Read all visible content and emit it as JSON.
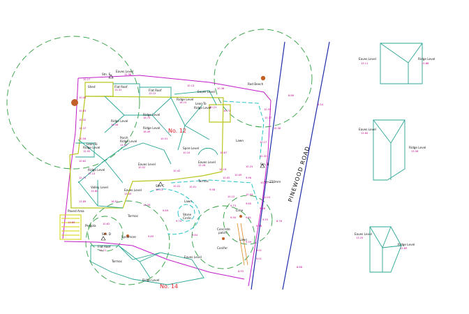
{
  "colors": {
    "tree_canopy": "#2e9e3e",
    "boundary": "#c21cc8",
    "building": "#b8c61e",
    "roof": "#2aa694",
    "path": "#27c3c8",
    "levels": "#c0008c",
    "road": "#1f2ea8",
    "house_number": "#e0242a",
    "tree_trunk": "#c2602a"
  },
  "road_name": "PINEWOOD ROAD",
  "houses": {
    "no12": "No. 12",
    "no14": "No. 14"
  },
  "labels": {
    "shed": "Shed",
    "stn_e": "Stn. E",
    "eaves1": "Eaves Level",
    "flat_roof1": "Flat Roof",
    "flat_roof2": "Flat Roof",
    "eaves2": "Eaves Level",
    "ridge1": "Ridge Level",
    "lean_to1": "Lean-To",
    "lean_to1b": "Ridge Level",
    "red_beech": "Red Beech",
    "ridge2": "Ridge Level",
    "ridge3": "Ridge Level",
    "ridge4": "Ridge Level",
    "lean_to2": "Lean-To",
    "lean_to2b": "Ridge Level",
    "porch": "Porch",
    "porch_b": "Ridge Level",
    "spire": "Spire Level",
    "eaves3": "Eaves Level",
    "lawn1": "Lawn",
    "eaves4": "Eaves Level",
    "ridge5": "Ridge Level",
    "valley": "Valley Level",
    "eaves5": "Eaves Level",
    "stn_c": "Stn. C",
    "tarmac1": "Tarmac",
    "lawn2": "Lawn",
    "stn_b": "Stn. B",
    "paved": "Paved Area",
    "pergola": "Pergola",
    "stn_d": "Stn. D",
    "tarmac2": "Tarmac",
    "stone_circle_a": "Stone",
    "stone_circle_b": "Circle",
    "lime": "Lime",
    "sycamore": "Sycamore",
    "flat_roof3": "Flat Roof",
    "eaves6": "Eaves Level",
    "conifer": "Conifer",
    "tarmac3": "Tarmac",
    "ridge6": "Ridge Level",
    "concrete_a": "Concrete",
    "concrete_b": "patch",
    "lawn3": "Lawn",
    "dim_150": "150mm",
    "right_eaves1": "Eaves Level",
    "right_ridge1": "Ridge Level",
    "right_eaves2": "Eaves Level",
    "right_ridge2": "Ridge Level",
    "right_eaves3": "Eaves Level",
    "right_ridge3": "Ridge Level"
  },
  "levels": {
    "l1": "10.27",
    "l2": "13.31",
    "l3": "12.98",
    "l4": "13.12",
    "l5": "10.13",
    "l6": "16.15",
    "l7": "10.38",
    "l8": "10.40",
    "l9": "10.63",
    "l10": "10.32",
    "l11": "10.37",
    "l12": "16.56",
    "l13": "10.56",
    "l14": "10.21",
    "l15": "10.71",
    "l16": "10.55",
    "l17": "12.95",
    "l18": "10.62",
    "l19": "10.37",
    "l20": "10.36",
    "l21": "16.75",
    "l22": "13.91",
    "l23": "18.49",
    "l24": "10.51",
    "l25": "10.10",
    "l26": "10.67",
    "l27": "10.17",
    "l28": "10.32",
    "l29": "10.23",
    "l30": "10.19",
    "l31": "10.09",
    "l32": "10.05",
    "l33": "13.28",
    "l34": "10.42",
    "l35": "10.52",
    "l36": "9.96",
    "l37": "10.11",
    "l38": "12.75",
    "l39": "15.13",
    "l40": "13.80",
    "l41": "16.13",
    "l42": "13.50",
    "l43": "16.91",
    "l44": "13.89",
    "l45": "10.33",
    "l46": "10.22",
    "l47": "10.01",
    "l48": "9.98",
    "l49": "10.12",
    "l50": "10.04",
    "l51": "10.15",
    "l52": "13.69",
    "l53": "9.89",
    "l54": "9.74",
    "l55": "9.90",
    "l56": "9.80",
    "l57": "9.68",
    "l58": "9.73",
    "l59": "9.61",
    "l60": "9.58",
    "l61": "9.55",
    "l62": "10.62",
    "l63": "9.89",
    "l64": "9.84",
    "l65": "9.39",
    "l66": "9.01",
    "l67": "9.01",
    "l68": "8.93",
    "l69": "8.86",
    "l70": "8.54",
    "l71": "8.76",
    "l72": "8.88",
    "l73": "13.11",
    "l74": "13.68",
    "l75": "13.64",
    "l76": "13.56",
    "l77": "13.25",
    "l78": "12.89",
    "l79": "13.11"
  }
}
